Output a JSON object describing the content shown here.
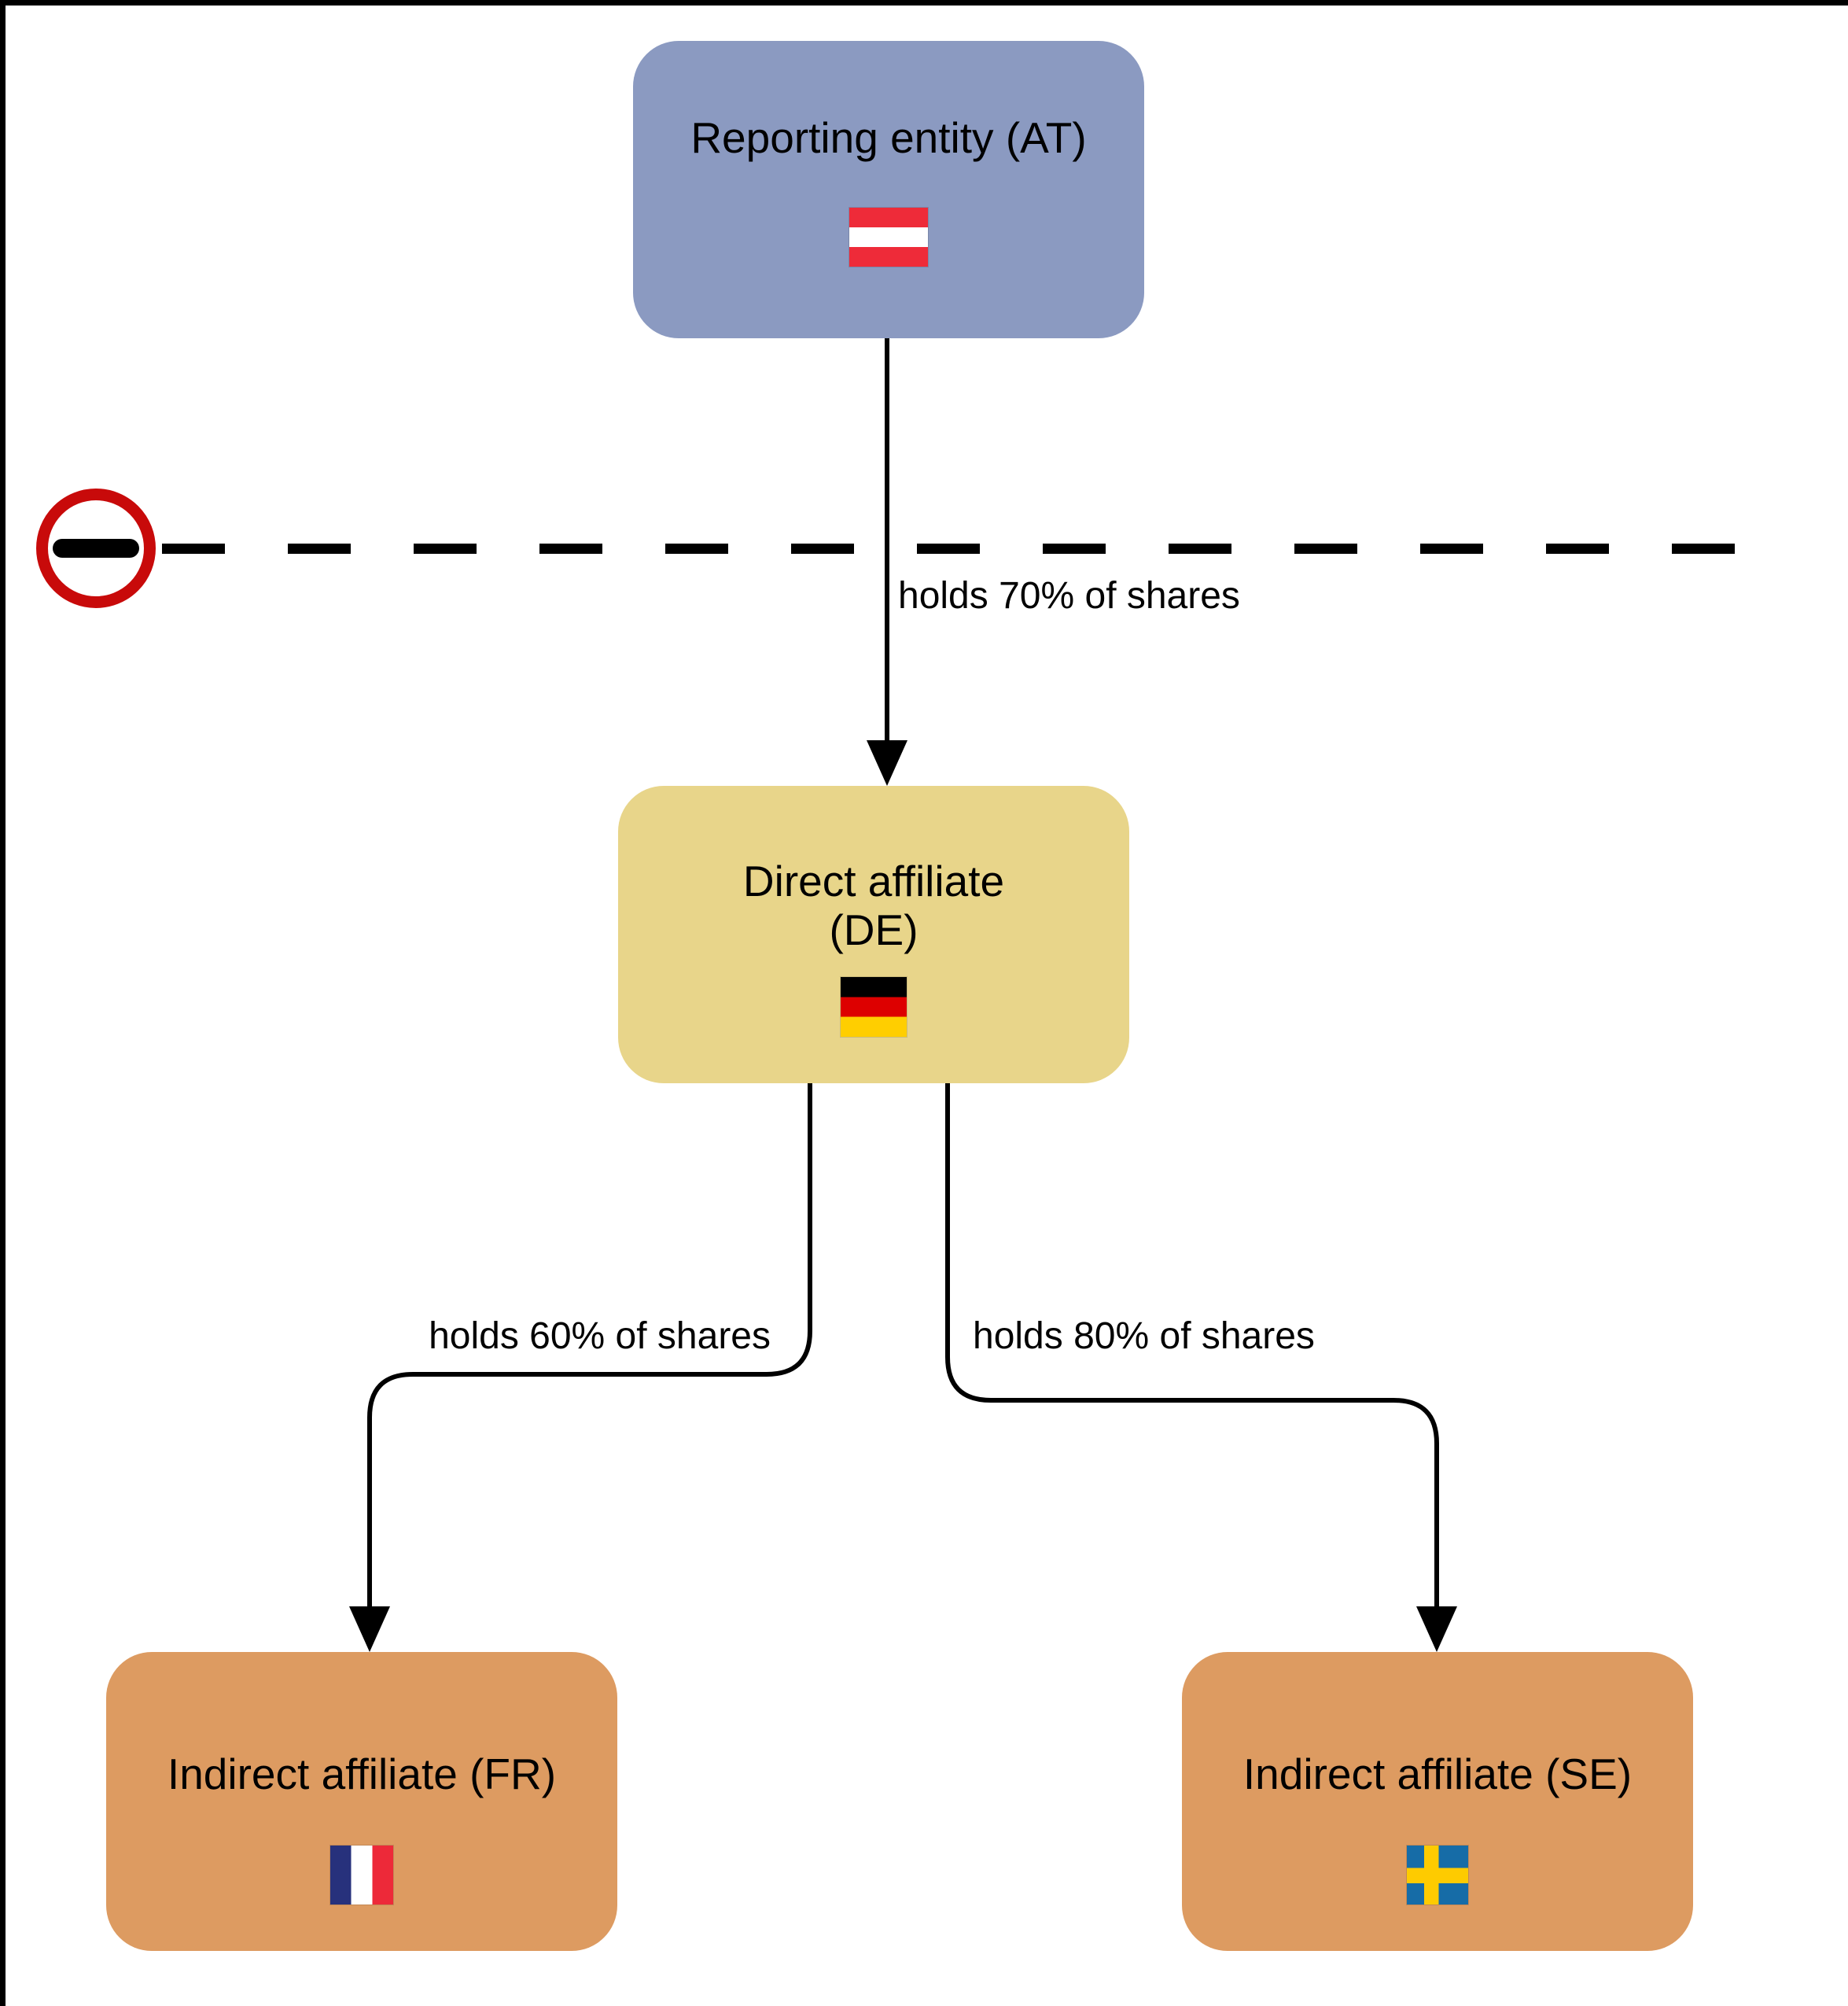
{
  "diagram": {
    "nodes": {
      "reporting_entity": {
        "label": "Reporting entity (AT)",
        "country_code": "AT",
        "flag_icon": "austria-flag-icon",
        "fill_color": "#8b9ac1"
      },
      "direct_affiliate": {
        "label": "Direct affiliate (DE)",
        "label_line1": "Direct affiliate",
        "label_line2": "(DE)",
        "country_code": "DE",
        "flag_icon": "germany-flag-icon",
        "fill_color": "#e8d58a"
      },
      "indirect_affiliate_fr": {
        "label": "Indirect affiliate (FR)",
        "country_code": "FR",
        "flag_icon": "france-flag-icon",
        "fill_color": "#dd9b61"
      },
      "indirect_affiliate_se": {
        "label": "Indirect affiliate (SE)",
        "country_code": "SE",
        "flag_icon": "sweden-flag-icon",
        "fill_color": "#dd9b61"
      }
    },
    "edges": [
      {
        "from": "Reporting entity (AT)",
        "to": "Direct affiliate (DE)",
        "label": "holds 70% of shares"
      },
      {
        "from": "Direct affiliate (DE)",
        "to": "Indirect affiliate (FR)",
        "label": "holds 60% of shares"
      },
      {
        "from": "Direct affiliate (DE)",
        "to": "Indirect affiliate (SE)",
        "label": "holds 80% of shares"
      }
    ],
    "border_line": {
      "style": "dashed",
      "icon": "no-entry-icon",
      "ring_color": "#c80a0a",
      "bar_color": "#000000"
    },
    "colors": {
      "edge_stroke": "#000000",
      "austria_flag": [
        "#ee2b39",
        "#ffffff",
        "#ee2b39"
      ],
      "germany_flag": [
        "#000000",
        "#dd0000",
        "#ffce00"
      ],
      "france_flag": [
        "#27317c",
        "#ffffff",
        "#ed2939"
      ],
      "sweden_flag_field": "#166ca7",
      "sweden_flag_cross": "#fecb00"
    }
  }
}
